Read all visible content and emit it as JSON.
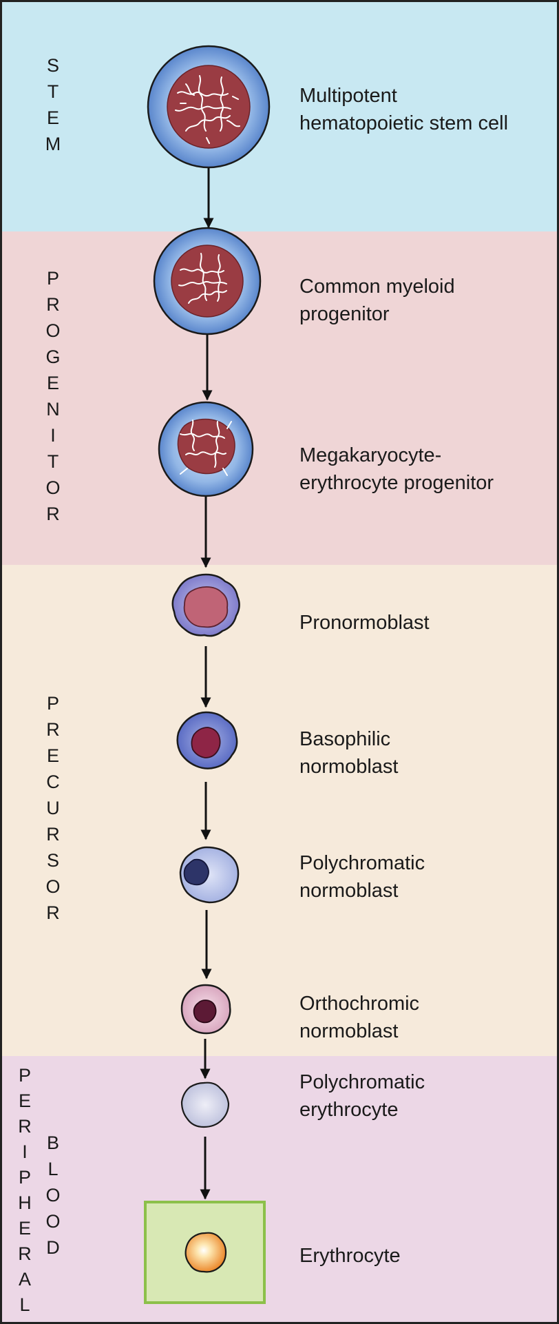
{
  "stages": {
    "stem": "STEM",
    "progenitor": "PROGENITOR",
    "precursor": "PRECURSOR",
    "peripheral": "PERIPHERAL",
    "blood": "BLOOD"
  },
  "cells": [
    {
      "id": "hsc",
      "label_lines": [
        "Multipotent",
        "hematopoietic stem cell"
      ]
    },
    {
      "id": "cmp",
      "label_lines": [
        "Common myeloid",
        "progenitor"
      ]
    },
    {
      "id": "mep",
      "label_lines": [
        "Megakaryocyte-",
        "erythrocyte progenitor"
      ]
    },
    {
      "id": "pronormoblast",
      "label_lines": [
        "Pronormoblast"
      ]
    },
    {
      "id": "basophilic",
      "label_lines": [
        "Basophilic",
        "normoblast"
      ]
    },
    {
      "id": "polychromatic-normoblast",
      "label_lines": [
        "Polychromatic",
        "normoblast"
      ]
    },
    {
      "id": "orthochromic",
      "label_lines": [
        "Orthochromic",
        "normoblast"
      ]
    },
    {
      "id": "polychromatic-erythrocyte",
      "label_lines": [
        "Polychromatic",
        "erythrocyte"
      ]
    },
    {
      "id": "erythrocyte",
      "label_lines": [
        "Erythrocyte"
      ]
    }
  ],
  "colors": {
    "stem_band": "#c8e8f2",
    "progenitor_band": "#efd5d6",
    "precursor_band": "#f6eadb",
    "blood_band": "#ecd7e6",
    "erythrocyte_box": "#d8e8b4",
    "erythrocyte_box_border": "#8cc04a"
  }
}
